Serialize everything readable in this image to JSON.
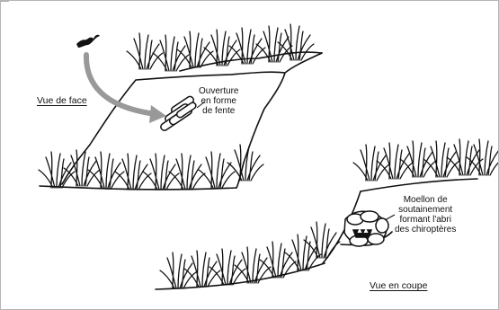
{
  "labels": {
    "front_view": "Vue de face",
    "section_view": "Vue en coupe",
    "opening": [
      "Ouverture",
      "en forme",
      "de fente"
    ],
    "shelter": [
      "Moellon de",
      "soutainement",
      "formant l'abri",
      "des chiroptères"
    ]
  },
  "icons": {
    "bat": "bat-icon",
    "arrow": "curved-arrow-icon",
    "stones": "stone-cluster-icon",
    "grass": "grass-tuft-icon"
  },
  "colors": {
    "background": "#ffffff",
    "ink": "#111111",
    "arrow": "#999999",
    "border": "#b5b5b5"
  }
}
